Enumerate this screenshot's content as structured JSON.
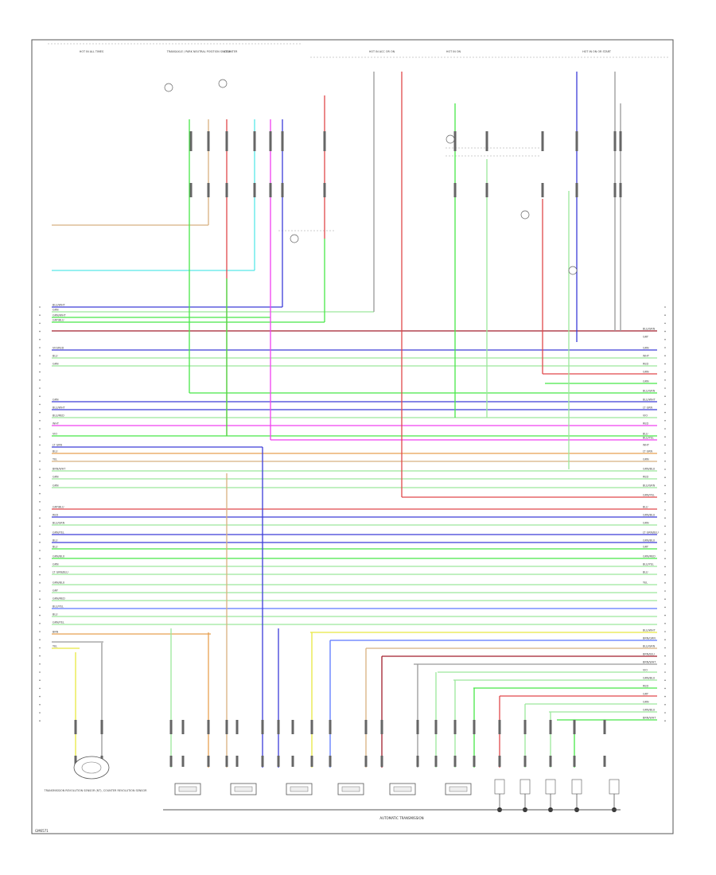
{
  "diagram": {
    "footer_caption": "AUTOMATIC TRANSMISSION",
    "page_code": "GM6571"
  },
  "connectors_top": [
    "HOT IN ALL TIMES",
    "TRANSAXLE / PARK NEUTRAL POSITION SWITCH",
    "COUNTER",
    "HOT IN ACC OR ON",
    "HOT IN ON",
    "HOT IN ON OR START"
  ],
  "wire_rows_left": [
    "BLU/WHT",
    "GRN",
    "GRN/WHT",
    "GRY/BLU",
    "VIO/RED",
    "BLU",
    "GRN",
    "GRN",
    "BLU/WHT",
    "BLU/RED",
    "WHT",
    "VIO",
    "LT GRN",
    "BLU",
    "YEL",
    "BRN/WHT",
    "GRN",
    "GRN",
    "GRY/BLU",
    "RED",
    "BLU/GRN",
    "GRN/YEL",
    "BLU",
    "BLU",
    "GRN/BLU",
    "GRN",
    "LT GRN/BLU",
    "GRN/BLU",
    "GRY",
    "GRN/RED",
    "BLU/YEL",
    "BLU",
    "GRN/YEL",
    "BRN",
    "YEL"
  ],
  "wire_rows_right": [
    "BLU/GRN",
    "GRY",
    "GRN",
    "WHT",
    "RED",
    "GRN",
    "GRN",
    "BLU/GRN",
    "BLU/WHT",
    "LT GRN",
    "VIO",
    "RED",
    "BLU",
    "BLU/YEL",
    "WHT",
    "LT GRN",
    "GRN",
    "GRN/BLU",
    "RED",
    "BLU/GRN",
    "GRN/YEL",
    "BLU",
    "GRN/BLU",
    "GRN",
    "LT GRN/BLU",
    "GRN/BLU",
    "GRY",
    "GRN/RED",
    "BLU/YEL",
    "BLU",
    "YEL",
    "BLU/WHT",
    "BRN/GRN",
    "BLU/GRN",
    "BRN/BLU",
    "BRN/WHT",
    "VIO",
    "GRN/BLU",
    "RED",
    "GRY",
    "GRN",
    "GRN/BLU",
    "BRN/WHT"
  ],
  "component_labels": {
    "bottom_left_sensor": "TRANSMISSION REVOLUTION SENSOR (NT), COUNTER REVOLUTION SENSOR"
  },
  "colors": {
    "frame": "#555555",
    "red": "#e0484a",
    "dark_red": "#a21e2c",
    "blue": "#3c3cd8",
    "light_blue": "#5a78ff",
    "green": "#48e848",
    "light_green": "#9ce89c",
    "magenta": "#f040f0",
    "orange": "#e8a050",
    "tan": "#d8b080",
    "cyan": "#58e8e8",
    "yellow": "#e8e840",
    "gray": "#999999",
    "black": "#555555",
    "purple": "#b060e0"
  }
}
